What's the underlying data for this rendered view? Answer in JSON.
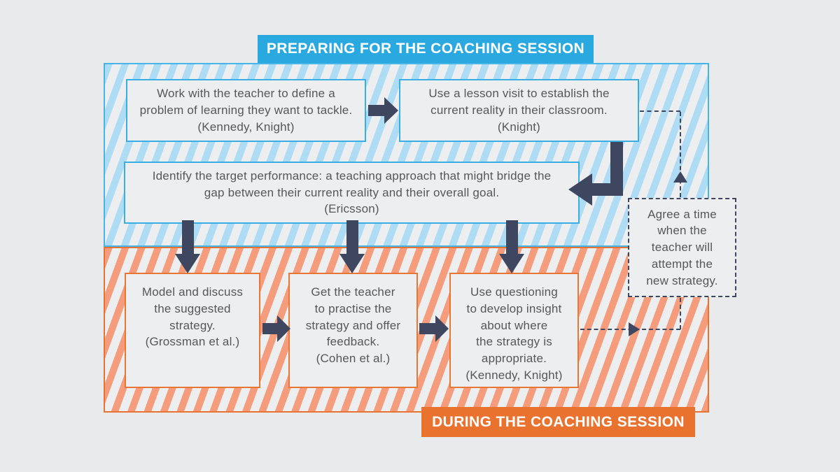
{
  "banners": {
    "top": "PREPARING FOR THE COACHING SESSION",
    "bottom": "DURING THE COACHING SESSION"
  },
  "preparing": {
    "define_problem": "Work with the teacher to define a\nproblem of learning they want to tackle.\n(Kennedy, Knight)",
    "lesson_visit": "Use a lesson visit to establish the\ncurrent reality in their classroom.\n(Knight)",
    "target_performance": "Identify the target performance: a teaching approach that might bridge the\ngap between their current reality and their overall goal.\n(Ericsson)"
  },
  "during": {
    "model_strategy": "Model and discuss\nthe suggested\nstrategy.\n(Grossman et al.)",
    "practise_feedback": "Get the teacher\nto practise the\nstrategy and offer\nfeedback.\n(Cohen et al.)",
    "questioning_insight": "Use questioning\nto develop insight\nabout where\nthe strategy is\nappropriate.\n(Kennedy, Knight)"
  },
  "note": {
    "agree_time": "Agree a time\nwhen the\nteacher will\nattempt the\nnew strategy."
  },
  "colors": {
    "blue_banner": "#29a9e0",
    "blue_border": "#39aee3",
    "blue_stripe": "#aedcf4",
    "orange_banner": "#e8722e",
    "orange_border": "#e87634",
    "orange_stripe": "#f49c7c",
    "navy_arrow": "#3e4660",
    "text": "#55575b",
    "background": "#e9eaeb",
    "box_fill": "#edeeef"
  }
}
